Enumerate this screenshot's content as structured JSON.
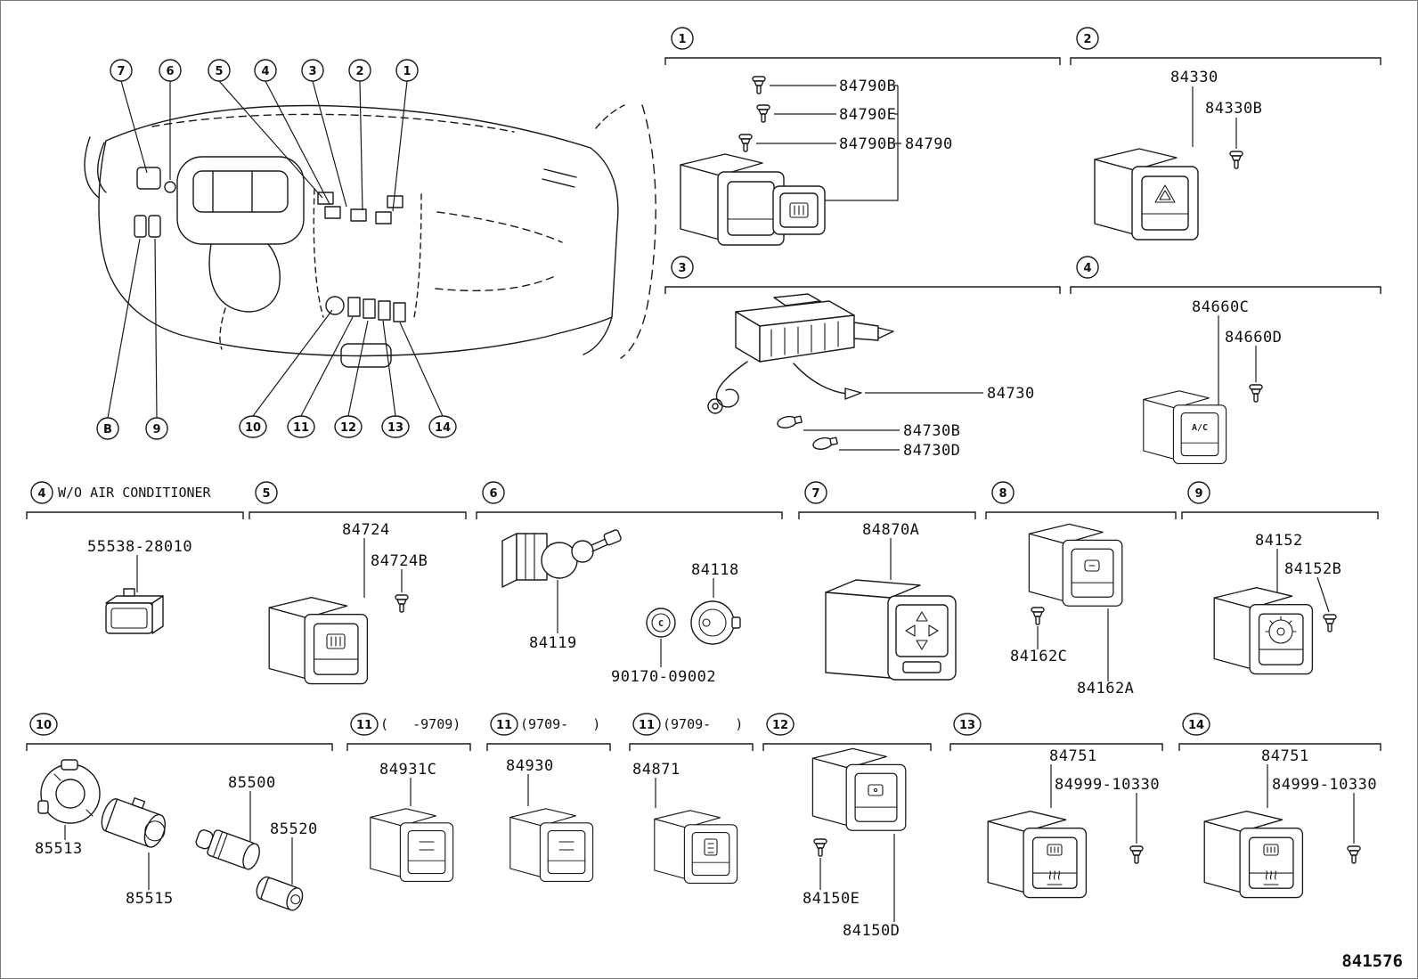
{
  "page": {
    "figure_number": "841576",
    "bg": "#ffffff",
    "ink": "#1a1a1a"
  },
  "glyphs": {
    "c_ring": "C",
    "ac": "A/C"
  },
  "dashboard": {
    "top_callouts": [
      "7",
      "6",
      "5",
      "4",
      "3",
      "2",
      "1"
    ],
    "bottom_callouts": [
      "B",
      "9",
      "10",
      "11",
      "12",
      "13",
      "14"
    ]
  },
  "sections": {
    "s1": {
      "num": "1",
      "parts": [
        "84790B",
        "84790E",
        "84790B",
        "84790"
      ]
    },
    "s2": {
      "num": "2",
      "parts": [
        "84330",
        "84330B"
      ]
    },
    "s3": {
      "num": "3",
      "parts": [
        "84730",
        "84730B",
        "84730D"
      ]
    },
    "s4": {
      "num": "4",
      "parts": [
        "84660C",
        "84660D"
      ]
    },
    "s4b": {
      "num": "4",
      "suffix": "W/O AIR CONDITIONER",
      "parts": [
        "55538-28010"
      ]
    },
    "s5": {
      "num": "5",
      "parts": [
        "84724",
        "84724B"
      ]
    },
    "s6": {
      "num": "6",
      "parts": [
        "84119",
        "84118",
        "90170-09002"
      ]
    },
    "s7": {
      "num": "7",
      "parts": [
        "84870A"
      ]
    },
    "s8": {
      "num": "8",
      "parts": [
        "84162C",
        "84162A"
      ]
    },
    "s9": {
      "num": "9",
      "parts": [
        "84152",
        "84152B"
      ]
    },
    "s10": {
      "num": "10",
      "parts": [
        "85513",
        "85515",
        "85500",
        "85520"
      ]
    },
    "s11a": {
      "num": "11",
      "suffix": "(   -9709)",
      "parts": [
        "84931C"
      ]
    },
    "s11b": {
      "num": "11",
      "suffix": "(9709-   )",
      "parts": [
        "84930"
      ]
    },
    "s11c": {
      "num": "11",
      "suffix": "(9709-   )",
      "parts": [
        "84871"
      ]
    },
    "s12": {
      "num": "12",
      "parts": [
        "84150E",
        "84150D"
      ]
    },
    "s13": {
      "num": "13",
      "parts": [
        "84751",
        "84999-10330"
      ]
    },
    "s14": {
      "num": "14",
      "parts": [
        "84751",
        "84999-10330"
      ]
    }
  }
}
